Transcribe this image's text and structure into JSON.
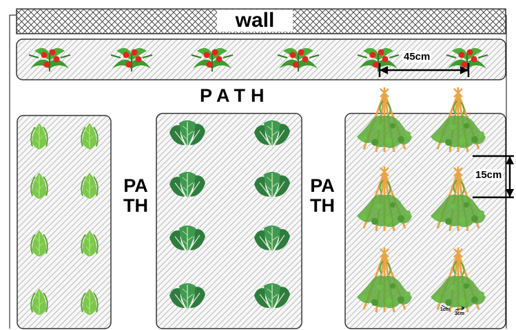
{
  "labels": {
    "wall": "wall",
    "path_top": "PATH",
    "path_left": "PATH",
    "path_right": "PATH"
  },
  "dimensions": {
    "tomato_spacing": "45cm",
    "tepee_spacing": "15cm",
    "small_a": "1cm",
    "small_b": "3cm"
  },
  "colors": {
    "hatch": "#b8b8b8",
    "bed_border": "#333333",
    "lettuce": "#7cc84a",
    "chard": "#2e7d3e",
    "tomato_leaf": "#3d9b2f",
    "tomato_fruit": "#e0281e",
    "cane": "#e8a548",
    "vine": "#5aa83a"
  },
  "icons": [
    "tomato-plant-icon",
    "lettuce-icon",
    "chard-icon",
    "bean-tepee-icon"
  ]
}
